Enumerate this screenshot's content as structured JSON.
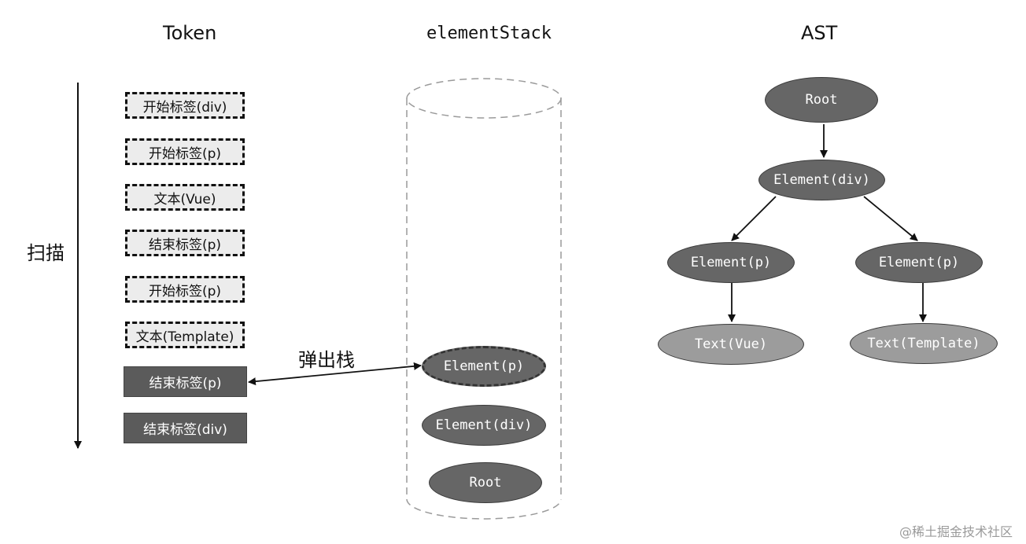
{
  "headings": {
    "token": "Token",
    "stack": "elementStack",
    "ast": "AST"
  },
  "scan_label": "扫描",
  "pop_label": "弹出栈",
  "tokens": [
    {
      "label": "开始标签(div)",
      "state": "scanned"
    },
    {
      "label": "开始标签(p)",
      "state": "scanned"
    },
    {
      "label": "文本(Vue)",
      "state": "scanned"
    },
    {
      "label": "结束标签(p)",
      "state": "scanned"
    },
    {
      "label": "开始标签(p)",
      "state": "scanned"
    },
    {
      "label": "文本(Template)",
      "state": "scanned"
    },
    {
      "label": "结束标签(p)",
      "state": "current"
    },
    {
      "label": "结束标签(div)",
      "state": "pending"
    }
  ],
  "stack": {
    "popping": "Element(p)",
    "items": [
      "Element(div)",
      "Root"
    ]
  },
  "ast": {
    "root": "Root",
    "div": "Element(div)",
    "p_left": "Element(p)",
    "p_right": "Element(p)",
    "text_left": "Text(Vue)",
    "text_right": "Text(Template)"
  },
  "watermark": "@稀土掘金技术社区"
}
